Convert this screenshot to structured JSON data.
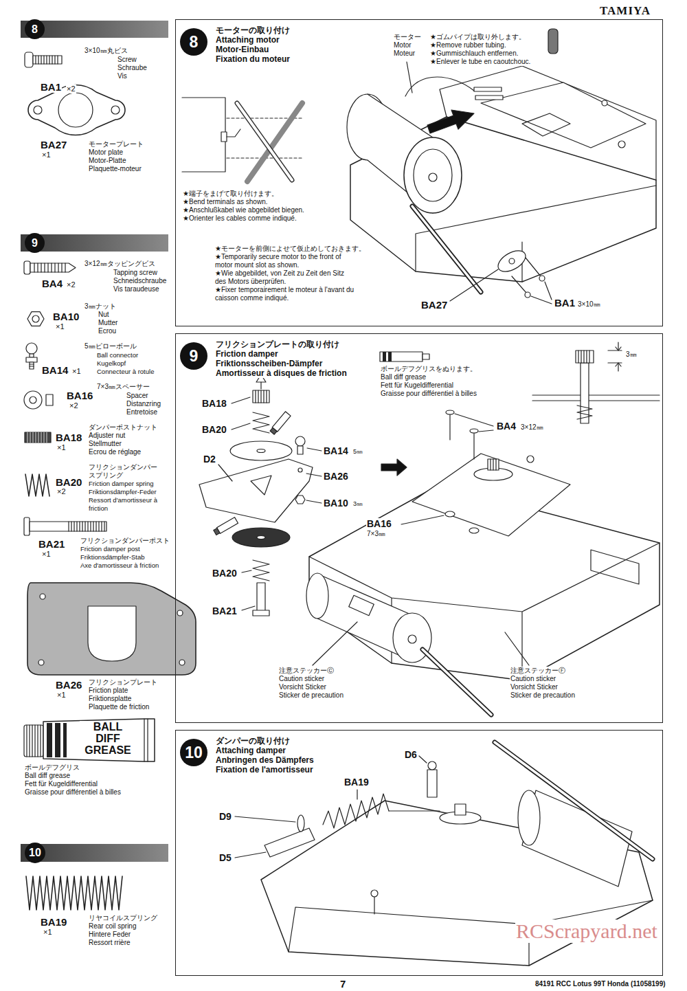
{
  "diagram": {
    "nodes": [
      {
        "text": [
          "8"
        ]
      },
      {
        "text": [
          "9"
        ]
      },
      {
        "text": [
          "10"
        ]
      },
      {
        "text": [
          "モーターの取り付け",
          "Attaching motor",
          "Motor-Einbau",
          "Fixation du moteur"
        ]
      },
      {
        "text": [
          "8"
        ],
        "in": 3
      },
      {
        "text": [
          "フリクションプレートの取り付け",
          "Friction damper",
          "Friktionsscheiben-Dämpfer",
          "Amortisseur à disques de friction"
        ]
      },
      {
        "text": [
          "9"
        ],
        "in": 5
      },
      {
        "text": [
          "ダンパーの取り付け",
          "Attaching damper",
          "Anbringen des Dämpfers",
          "Fixation de l'amortisseur"
        ]
      },
      {
        "text": [
          "10"
        ],
        "in": 7
      }
    ],
    "labels": [
      "TAMIYA",
      "3×10㎜丸ビス",
      "Screw",
      "Schraube",
      "Vis",
      "BA1",
      "×2",
      "BA27",
      "×1",
      "モータープレート",
      "Motor plate",
      "Motor-Platte",
      "Plaquette-moteur",
      "3×12㎜タッピングビス",
      "Tapping screw",
      "Schneidschraube",
      "Vis taraudeuse",
      "BA4",
      "×2",
      "3㎜ナット",
      "Nut",
      "Mutter",
      "Ecrou",
      "BA10",
      "×1",
      "5㎜ピローボール",
      "Ball connector",
      "Kugelkopf",
      "Connecteur à rotule",
      "BA14",
      "×1",
      "BA16",
      "×2",
      "7×3㎜スペーサー",
      "Spacer",
      "Distanzring",
      "Entretoise",
      "BA18",
      "×1",
      "ダンパーポストナット",
      "Adjuster nut",
      "Stellmutter",
      "Ecrou de réglage",
      "BA20",
      "×2",
      "フリクションダンパー",
      "スプリング",
      "Friction damper spring",
      "Friktionsdämpfer-Feder",
      "Ressort d'amortisseur à",
      "friction",
      "BA21",
      "×1",
      "フリクションダンパーポスト",
      "Friction damper post",
      "Friktionsdämpfer-Stab",
      "Axe d'amortisseur à friction",
      "BA26",
      "×1",
      "フリクションプレート",
      "Friction plate",
      "Friktionsplatte",
      "Plaquette de friction",
      "BALL DIFF GREASE",
      "ボールデフグリス",
      "Ball diff grease",
      "Fett für Kugeldifferential",
      "Graisse pour différentiel à billes",
      "BA19",
      "×1",
      "リヤコイルスプリング",
      "Rear coil spring",
      "Hintere Feder",
      "Ressort rrière",
      "★端子をまげて取り付けます。",
      "★Bend terminals as shown.",
      "★Anschlußkabel wie abgebildet biegen.",
      "★Orienter les cables comme indiqué.",
      "★モーターを前側によせて仮止めしておきます。",
      "★Temporarily secure motor to the front of",
      "motor mount slot as shown.",
      "★Wie abgebildet, von Zeit zu Zeit den Sitz",
      "des Motors überprüfen.",
      "★Fixer temporairement le moteur à l'avant du",
      "caisson comme indiqué.",
      "モーター",
      "Motor",
      "Moteur",
      "★ゴムパイプは取り外します。",
      "★Remove rubber tubing.",
      "★Gummischlauch entfernen.",
      "★Enlever le tube en caoutchouc.",
      "BA27",
      "BA1",
      "3×10㎜",
      "ボールデフグリスをぬります。",
      "Ball diff grease",
      "Fett für Kugeldifferential",
      "Graisse pour différentiel à billes",
      "3㎜",
      "BA18",
      "BA20",
      "D2",
      "BA14",
      "5㎜",
      "BA26",
      "BA10",
      "3㎜",
      "BA20",
      "BA21",
      "BA4",
      "3×12㎜",
      "BA16",
      "7×3㎜",
      "注意ステッカーⒸ",
      "Caution sticker",
      "Vorsicht Sticker",
      "Sticker de precaution",
      "注意ステッカーⒻ",
      "Caution sticker",
      "Vorsicht Sticker",
      "Sticker de precaution",
      "D6",
      "BA19",
      "D9",
      "D5",
      "RCScrapyard.net",
      "7",
      "84191 RCC Lotus 99T Honda (11058199)"
    ]
  }
}
